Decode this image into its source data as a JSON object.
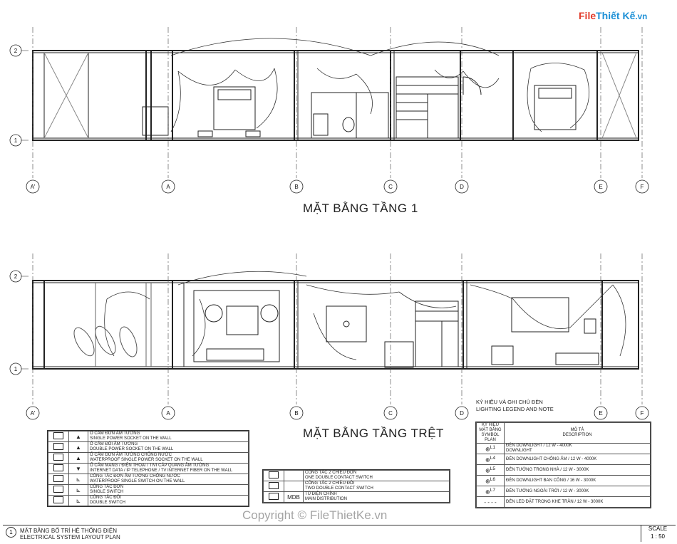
{
  "logo": {
    "prefix": "File",
    "suffix": "Thiết Kế",
    "domain": ".vn"
  },
  "grid": {
    "columns": [
      "A'",
      "A",
      "B",
      "C",
      "D",
      "E",
      "F"
    ],
    "rows": [
      "1",
      "2"
    ]
  },
  "plans": {
    "upper_title": "MẶT BẰNG TẦNG 1",
    "lower_title": "MẶT BẰNG TẦNG TRỆT"
  },
  "socket_legend": {
    "rows": [
      {
        "vn": "Ổ CẮM ĐƠN ÂM TƯỜNG",
        "en": "SINGLE POWER SOCKET ON THE WALL"
      },
      {
        "vn": "Ổ CẮM ĐÔI ÂM TƯỜNG",
        "en": "DOUBLE POWER SOCKET ON THE WALL"
      },
      {
        "vn": "Ổ CẮM ĐƠN ÂM TƯỜNG CHỐNG NƯỚC",
        "en": "WATERPROOF SINGLE POWER SOCKET ON THE WALL"
      },
      {
        "vn": "Ổ CẮM MẠNG / ĐIỆN THOẠI / TIVI CÁP QUANG ÂM TƯỜNG",
        "en": "INTERNET DATA / IP TELEPHONE / TV INTERNET FIBER ON THE WALL"
      },
      {
        "vn": "CÔNG TẮC ĐƠN ÂM TƯỜNG CHỐNG NƯỚC",
        "en": "WATERPROOF SINGLE SWITCH ON THE WALL"
      },
      {
        "vn": "CÔNG TẮC ĐƠN",
        "en": "SINGLE SWITCH"
      },
      {
        "vn": "CÔNG TẮC ĐÔI",
        "en": "DOUBLE SWITCH"
      }
    ]
  },
  "switch_legend": {
    "rows": [
      {
        "vn": "CÔNG TẮC 2 CHIỀU ĐƠN",
        "en": "ONE DOUBLE CONTACT SWITCH"
      },
      {
        "vn": "CÔNG TẮC 2 CHIỀU ĐÔI",
        "en": "TWO DOUBLE CONTACT SWITCH"
      },
      {
        "vn": "TỦ ĐIỆN CHÍNH",
        "en": "MAIN DISTRIBUTION",
        "tag": "MDB"
      }
    ]
  },
  "lighting_legend": {
    "title_vn": "KÝ HIỆU VÀ GHI CHÚ ĐÈN",
    "title_en": "LIGHTING LEGEND AND NOTE",
    "header_symbol": "KÝ HIỆU MẶT BẰNG SYMBOL PLAN",
    "header_desc_vn": "MÔ TẢ",
    "header_desc_en": "DESCRIPTION",
    "rows": [
      {
        "tag": "L1",
        "vn": "ĐÈN DOWNLIGHT / 12 W - 4000K",
        "en": "DOWNLIGHT"
      },
      {
        "tag": "L4",
        "vn": "ĐÈN DOWNLIGHT CHỐNG ẨM  / 12 W - 4000K",
        "en": ""
      },
      {
        "tag": "L5",
        "vn": "ĐÈN TƯỜNG TRONG NHÀ  / 12 W - 3000K",
        "en": ""
      },
      {
        "tag": "L6",
        "vn": "ĐÈN DOWNLIGHT BAN CÔNG / 16 W - 3000K",
        "en": ""
      },
      {
        "tag": "L7",
        "vn": "ĐÈN TƯỜNG NGOÀI TRỜI  / 12 W - 3000K",
        "en": ""
      },
      {
        "tag": "",
        "vn": "ĐÈN LED ĐẶT TRONG KHE TRẦN / 12 W - 3000K",
        "en": ""
      }
    ]
  },
  "title_block": {
    "number": "1",
    "vn": "MẶT BẰNG BỐ TRÍ HỆ THỐNG ĐIỆN",
    "en": "ELECTRICAL SYSTEM LAYOUT PLAN",
    "scale_label": "SCALE",
    "scale_value": "1 : 50"
  },
  "watermark": "Copyright © FileThietKe.vn",
  "colors": {
    "line": "#222222",
    "wire": "#333333",
    "logo_blue": "#1b8fd6",
    "logo_red": "#e23b2b"
  }
}
